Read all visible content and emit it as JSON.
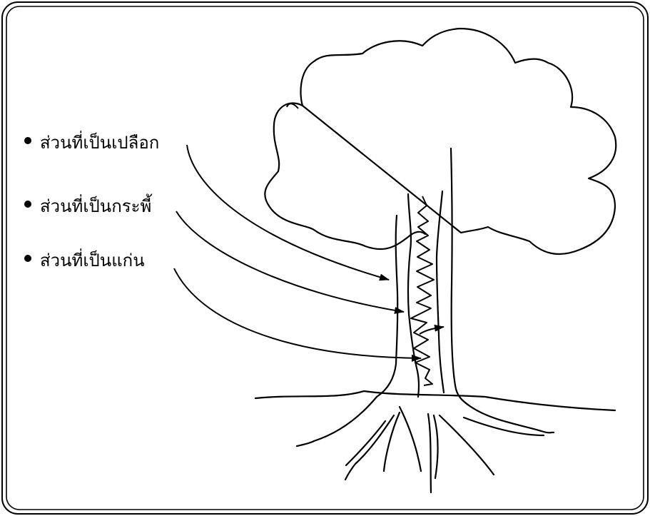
{
  "labels": {
    "bark": "ส่วนที่เป็นเปลือก",
    "sapwood": "ส่วนที่เป็นกระพี้",
    "heartwood": "ส่วนที่เป็นแก่น"
  },
  "colors": {
    "stroke": "#000000",
    "background": "#ffffff"
  }
}
